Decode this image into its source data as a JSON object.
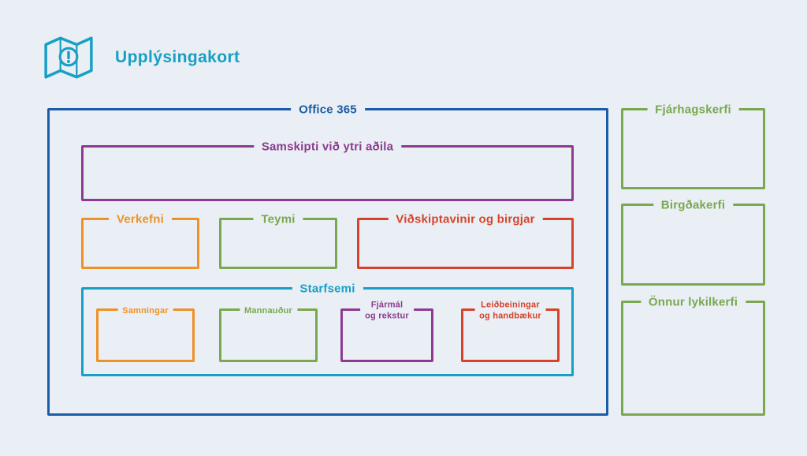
{
  "header": {
    "title": "Upplýsingakort"
  },
  "office365": {
    "label": "Office 365",
    "samskipti": {
      "label": "Samskipti við ytri aðila"
    },
    "verkefni": {
      "label": "Verkefni"
    },
    "teymi": {
      "label": "Teymi"
    },
    "vidskiptavinir": {
      "label": "Viðskiptavinir og birgjar"
    },
    "starfsemi": {
      "label": "Starfsemi",
      "samningar": {
        "label": "Samningar"
      },
      "mannaudur": {
        "label": "Mannauður"
      },
      "fjarmal": {
        "label": "Fjármál\nog rekstur"
      },
      "leidbeiningar": {
        "label": "Leiðbeiningar\nog handbækur"
      }
    }
  },
  "external": {
    "fjarhagskerfi": {
      "label": "Fjárhagskerfi"
    },
    "birgdakerfi": {
      "label": "Birgðakerfi"
    },
    "onnur_lykilkerfi": {
      "label": "Önnur lykilkerfi"
    }
  },
  "palette": {
    "background": "#e9eff4",
    "cyan": "#189fc6",
    "blue": "#1c5ba7",
    "purple": "#8d3b90",
    "orange": "#f09127",
    "green": "#79a84f",
    "red": "#d7432a"
  }
}
